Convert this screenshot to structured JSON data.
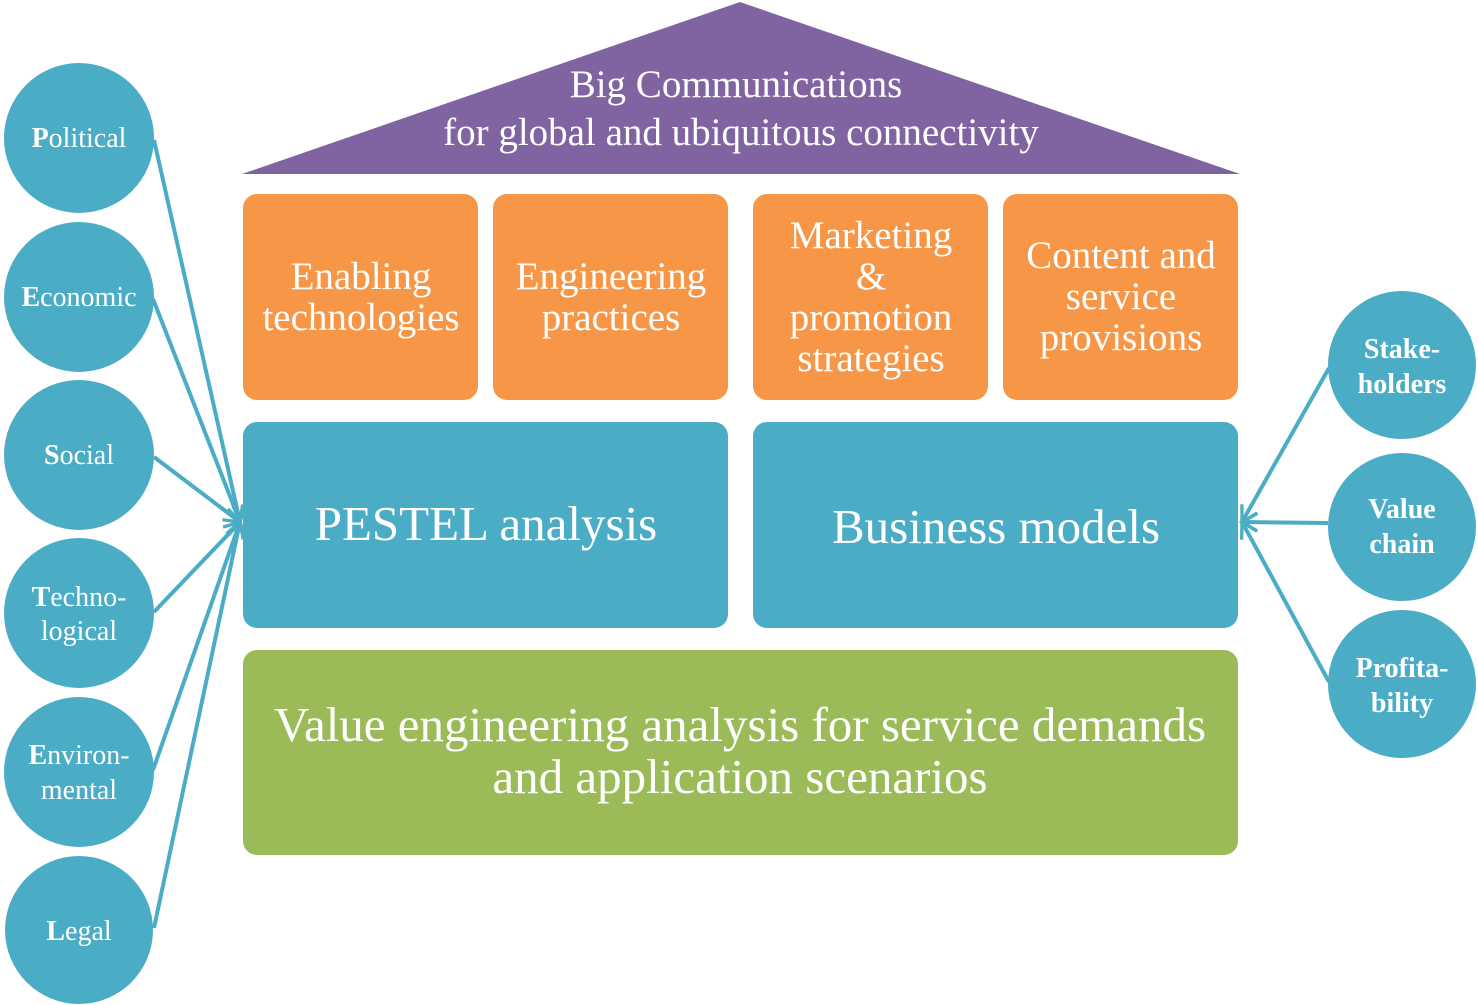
{
  "colors": {
    "roof": "#8064A2",
    "pillar": "#F79646",
    "analysis": "#4BACC6",
    "foundation": "#9BBB59",
    "factor_circle": "#4BACC6",
    "arrow": "#4BACC6",
    "text": "#FFFFFF"
  },
  "roof": {
    "lines": [
      "Big Communications",
      "for global and ubiquitous connectivity"
    ]
  },
  "pillars": [
    {
      "lines": [
        "Enabling",
        "technologies"
      ]
    },
    {
      "lines": [
        "Engineering",
        "practices"
      ]
    },
    {
      "lines": [
        "Marketing",
        "&",
        "promotion",
        "strategies"
      ]
    },
    {
      "lines": [
        "Content and",
        "service",
        "provisions"
      ]
    }
  ],
  "analysis": [
    {
      "label": "PESTEL analysis"
    },
    {
      "label": "Business models"
    }
  ],
  "foundation": {
    "lines": [
      "Value engineering analysis for service demands",
      "and application scenarios"
    ]
  },
  "pestel_factors": [
    {
      "lines": [
        "Political"
      ]
    },
    {
      "lines": [
        "Economic"
      ]
    },
    {
      "lines": [
        "Social"
      ]
    },
    {
      "lines": [
        "Techno-",
        "logical"
      ]
    },
    {
      "lines": [
        "Environ-",
        "mental"
      ]
    },
    {
      "lines": [
        "Legal"
      ]
    }
  ],
  "business_factors": [
    {
      "lines": [
        "Stake-",
        "holders"
      ]
    },
    {
      "lines": [
        "Value",
        "chain"
      ]
    },
    {
      "lines": [
        "Profita-",
        "bility"
      ]
    }
  ]
}
